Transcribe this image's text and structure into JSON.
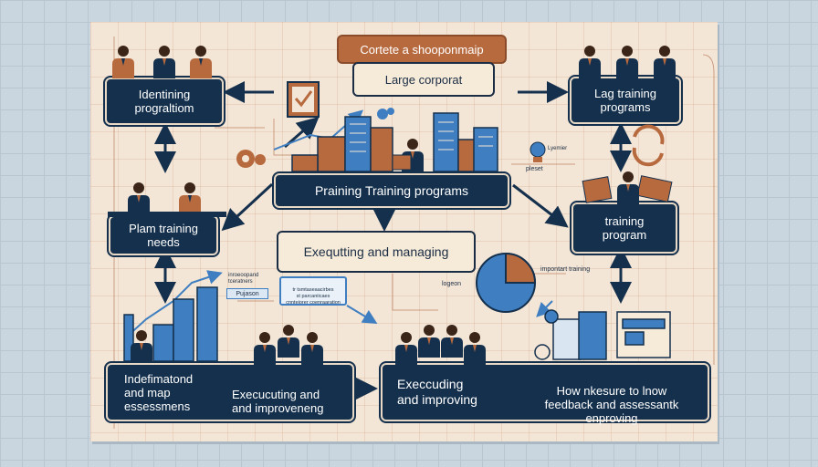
{
  "title": "Cortete a shooponmaip",
  "nodes": {
    "large_corporat": "Large corporat",
    "identifying": "Identining\nprograltiom",
    "lag_training": "Lag  training\nprograms",
    "praining": "Praining Training programs",
    "plan_training": "Plam training\nneeds",
    "training_program": "training\nprogram",
    "executing_managing": "Exequtting and managing",
    "indefimatond": "Indefimatond\nand map\nessessmens",
    "execuc_improvening": "Execucuting and\nand  improveneng",
    "executing_improving": "Execcuding\nand improving",
    "how_nkesure": "How nkesure to lnow\nfeedback and assessantk\nenproving"
  },
  "small_labels": {
    "inroperand": "inroeoopand\ntceratners",
    "pujason": "Pujason",
    "blue_box": "tr tsmtaseaacirbes\nst parcaniicaes\ncnnteiorer coenraaration",
    "logeon": "logeon",
    "impontart": "impontart training",
    "piset": "pleset",
    "lyenjiez": "Lyemier"
  },
  "colors": {
    "navy": "#14304d",
    "brown": "#b86a3f",
    "paper": "#f4e6d6",
    "blue": "#3f7fc1"
  }
}
